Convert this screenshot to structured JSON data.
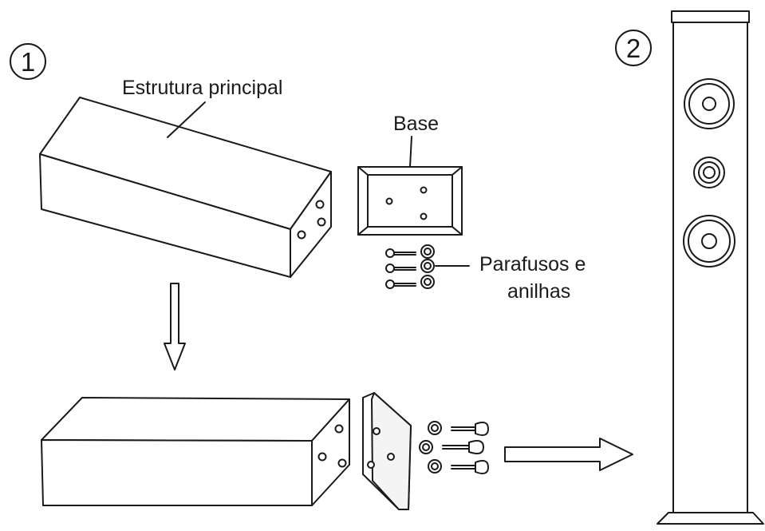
{
  "steps": {
    "one": "1",
    "two": "2"
  },
  "labels": {
    "main_structure": "Estrutura principal",
    "base": "Base",
    "screws_line1": "Parafusos e",
    "screws_line2": "anilhas"
  },
  "colors": {
    "stroke": "#1a1a1a",
    "fill": "#ffffff",
    "shade": "#f2f2f2"
  },
  "icons": {
    "down_arrow": "hollow-down-arrow-icon",
    "right_arrow": "hollow-right-arrow-icon"
  }
}
